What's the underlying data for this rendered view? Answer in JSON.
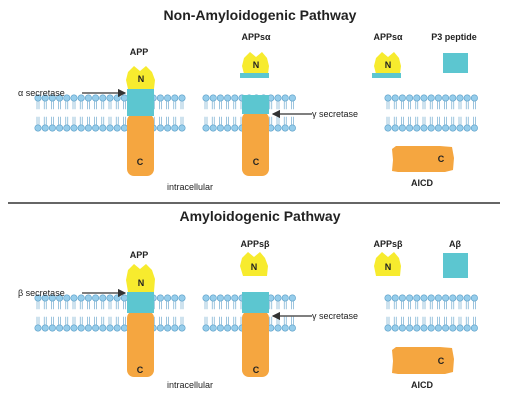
{
  "colors": {
    "yellow": "#F7EB2E",
    "teal": "#5CC6D0",
    "orange": "#F5A640",
    "membrane": "#96CDEB",
    "membrane_stroke": "#5A9EC7",
    "text": "#222222",
    "divider": "#333333"
  },
  "non_amyloidogenic": {
    "title": "Non-Amyloidogenic Pathway",
    "app_label": "APP",
    "appsa_label": "APPsα",
    "appsa_label_2": "APPsα",
    "p3_label": "P3 peptide",
    "alpha_secretase": "α secretase",
    "gamma_secretase": "γ secretase",
    "intracellular": "intracellular",
    "aicd": "AICD"
  },
  "amyloidogenic": {
    "title": "Amyloidogenic Pathway",
    "app_label": "APP",
    "appsb_label": "APPsβ",
    "appsb_label_2": "APPsβ",
    "abeta_label": "Aβ",
    "beta_secretase": "β secretase",
    "gamma_secretase": "γ secretase",
    "intracellular": "intracellular",
    "aicd": "AICD"
  },
  "terminus": {
    "n": "N",
    "c": "C"
  }
}
